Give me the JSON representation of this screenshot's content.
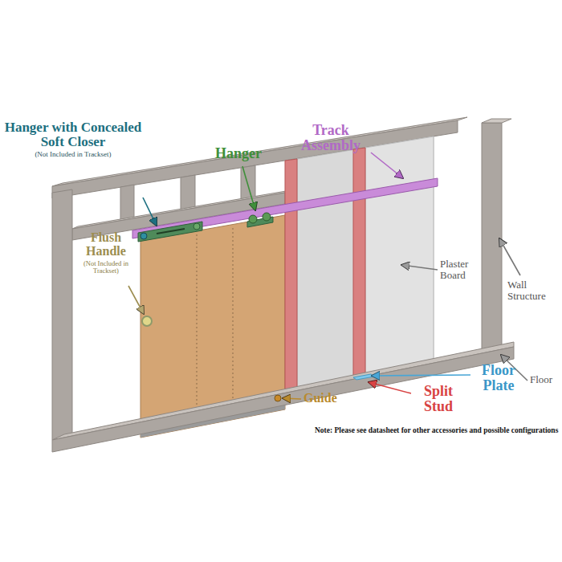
{
  "diagram": {
    "labels": [
      "Hanger with Concealed Soft Closer",
      "(Not Included in Trackset)",
      "Hanger",
      "Track Assembly",
      "Flush Handle",
      "(Not Included in Trackset)",
      "Plaster Board",
      "Wall Structure",
      "Floor",
      "Floor Plate",
      "Split Stud",
      "Guide",
      "Note: Please see datasheet for other accessories and possible configurations"
    ]
  }
}
